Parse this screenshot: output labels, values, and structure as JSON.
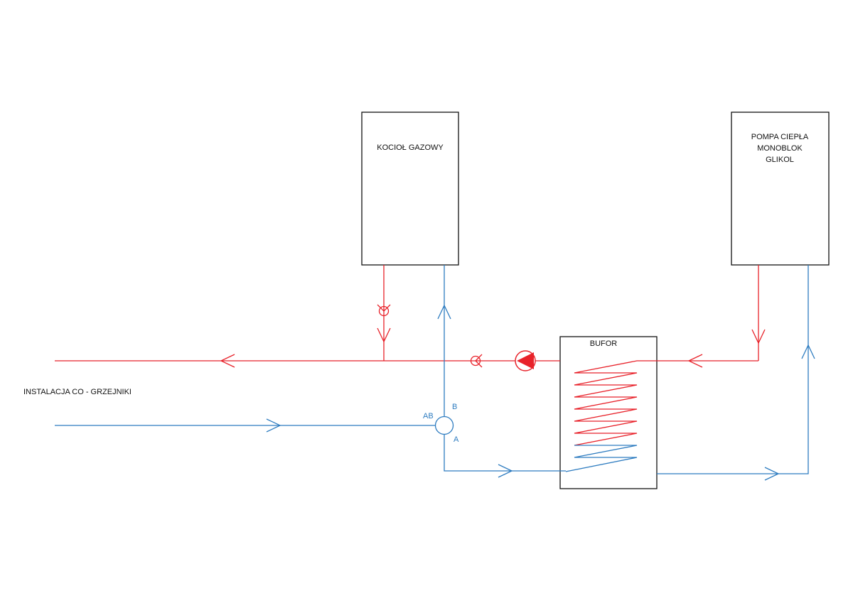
{
  "colors": {
    "supply": "#e8222a",
    "return": "#2e7cc0",
    "outline": "#111111",
    "background": "#ffffff"
  },
  "components": {
    "boiler": {
      "label": "KOCIOŁ GAZOWY"
    },
    "heat_pump": {
      "label_lines": [
        "POMPA CIEPŁA",
        "MONOBLOK",
        "GLIKOL"
      ]
    },
    "buffer": {
      "label": "BUFOR"
    }
  },
  "installation": {
    "label": "INSTALACJA CO - GRZEJNIKI"
  },
  "valve": {
    "port_ab": "AB",
    "port_b": "B",
    "port_a": "A"
  },
  "icons": {
    "pump": "circulation-pump-icon",
    "check_valve": "check-valve-icon",
    "three_way_valve": "three-way-valve-icon",
    "coil": "heat-exchanger-coil-icon"
  }
}
